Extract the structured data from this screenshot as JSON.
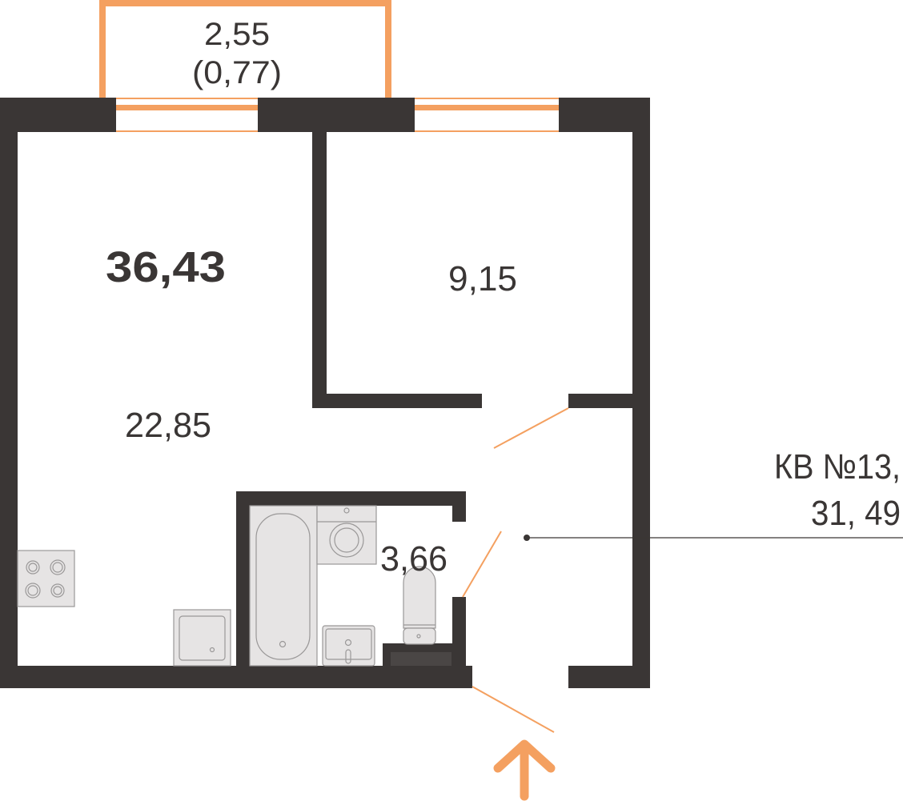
{
  "plan": {
    "total_area": "36,43",
    "rooms": {
      "living": "22,85",
      "bedroom": "9,15",
      "bathroom": "3,66",
      "balcony": "2,55",
      "balcony_reduced": "(0,77)"
    },
    "apartment_label": {
      "line1": "КВ №13,",
      "line2": "31, 49"
    }
  },
  "colors": {
    "wall": "#3a3635",
    "accent": "#f4a060",
    "fixture": "#e6e4e4"
  }
}
